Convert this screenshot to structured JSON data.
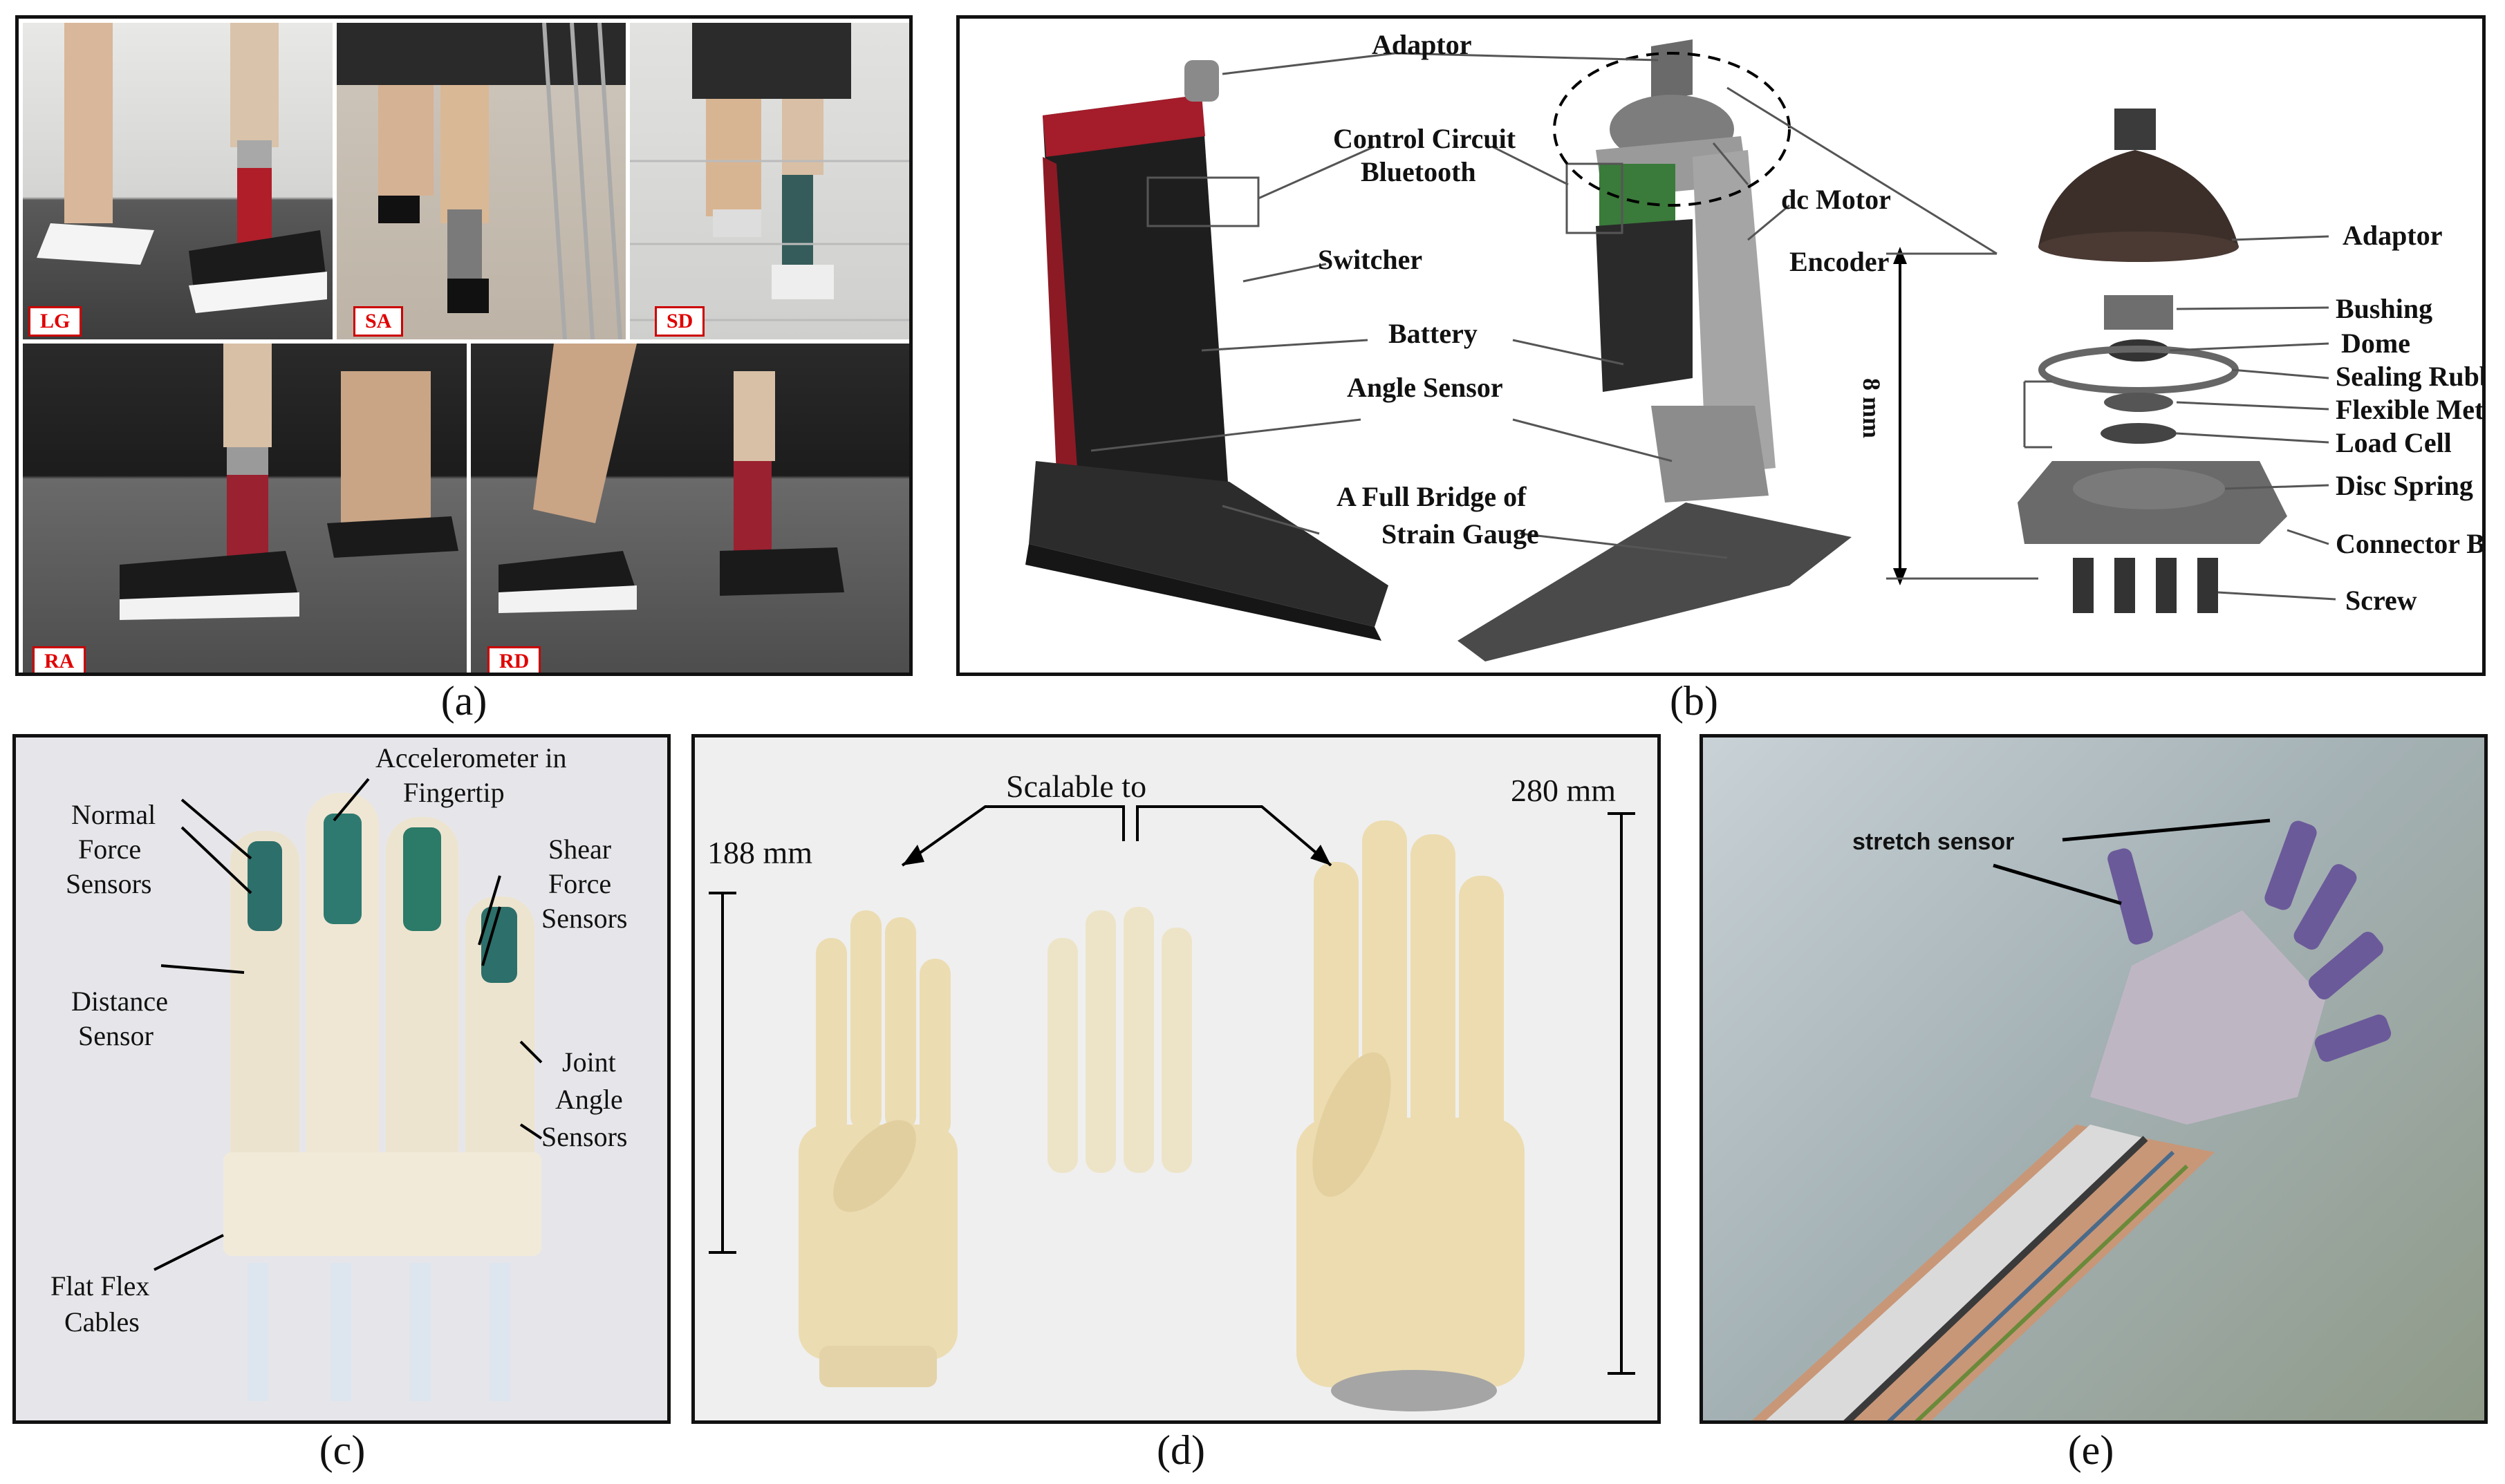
{
  "captions": {
    "a": "(a)",
    "b": "(b)",
    "c": "(c)",
    "d": "(d)",
    "e": "(e)"
  },
  "panel_a": {
    "tags": [
      "LG",
      "SA",
      "SD",
      "RA",
      "RD"
    ]
  },
  "panel_b": {
    "labels": {
      "adaptor_left": "Adaptor",
      "control_circuit": "Control Circuit",
      "bluetooth": "Bluetooth",
      "dc_motor": "dc Motor",
      "switcher": "Switcher",
      "encoder": "Encoder",
      "battery": "Battery",
      "angle_sensor": "Angle Sensor",
      "full_bridge_1": "A Full Bridge of",
      "full_bridge_2": "Strain Gauge",
      "adaptor_right": "Adaptor",
      "bushing": "Bushing",
      "dome": "Dome",
      "sealing_ring": "Sealing Rubber Ring",
      "metal_gasket": "Flexible Metal Gasket",
      "load_cell": "Load Cell",
      "disc_spring": "Disc Spring",
      "connector_base": "Connector Base",
      "screw": "Screw",
      "dimension": "8 mm"
    }
  },
  "panel_c": {
    "labels": {
      "accel_1": "Accelerometer in",
      "accel_2": "Fingertip",
      "normal_1": "Normal",
      "normal_2": "Force",
      "normal_3": "Sensors",
      "shear_1": "Shear",
      "shear_2": "Force",
      "shear_3": "Sensors",
      "distance_1": "Distance",
      "distance_2": "Sensor",
      "joint_1": "Joint",
      "joint_2": "Angle",
      "joint_3": "Sensors",
      "flat_1": "Flat Flex",
      "flat_2": "Cables"
    }
  },
  "panel_d": {
    "scalable": "Scalable to",
    "small": "188 mm",
    "large": "280 mm"
  },
  "panel_e": {
    "stretch": "stretch sensor"
  },
  "colors": {
    "tag_red": "#e00000",
    "frame": "#111111"
  }
}
